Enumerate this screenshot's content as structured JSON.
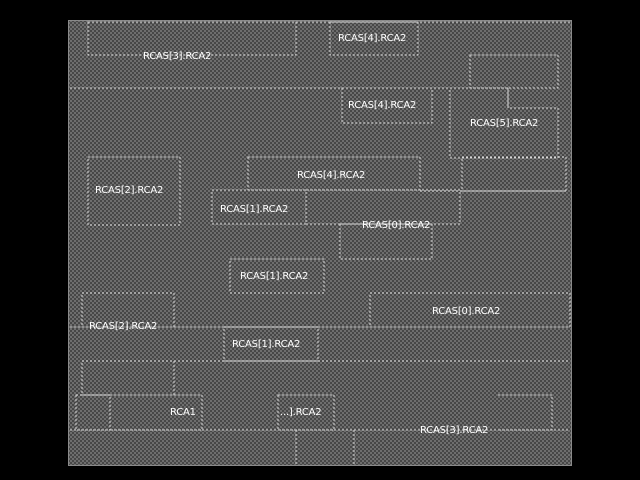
{
  "colors": {
    "background": "#000000",
    "fill_light": "#6e6e6e",
    "fill_dark": "#474747",
    "outline": "#d8d8d8",
    "text": "#ffffff"
  },
  "labels": [
    {
      "id": "rcas3-top",
      "text": "RCAS[3].RCA2"
    },
    {
      "id": "rcas4-top",
      "text": "RCAS[4].RCA2"
    },
    {
      "id": "rcas4-mid",
      "text": "RCAS[4].RCA2"
    },
    {
      "id": "rcas5",
      "text": "RCAS[5].RCA2"
    },
    {
      "id": "rcas2-left",
      "text": "RCAS[2].RCA2"
    },
    {
      "id": "rcas4-center",
      "text": "RCAS[4].RCA2"
    },
    {
      "id": "rcas1-a",
      "text": "RCAS[1].RCA2"
    },
    {
      "id": "rcas0-a",
      "text": "RCAS[0].RCA2"
    },
    {
      "id": "rcas1-b",
      "text": "RCAS[1].RCA2"
    },
    {
      "id": "rcas2-lower",
      "text": "RCAS[2].RCA2"
    },
    {
      "id": "rcas0-b",
      "text": "RCAS[0].RCA2"
    },
    {
      "id": "rcas1-c",
      "text": "RCAS[1].RCA2"
    },
    {
      "id": "rca1",
      "text": "RCA1"
    },
    {
      "id": "rca2-partial",
      "text": "...].RCA2"
    },
    {
      "id": "rcas3-bottom",
      "text": "RCAS[3].RCA2"
    }
  ]
}
